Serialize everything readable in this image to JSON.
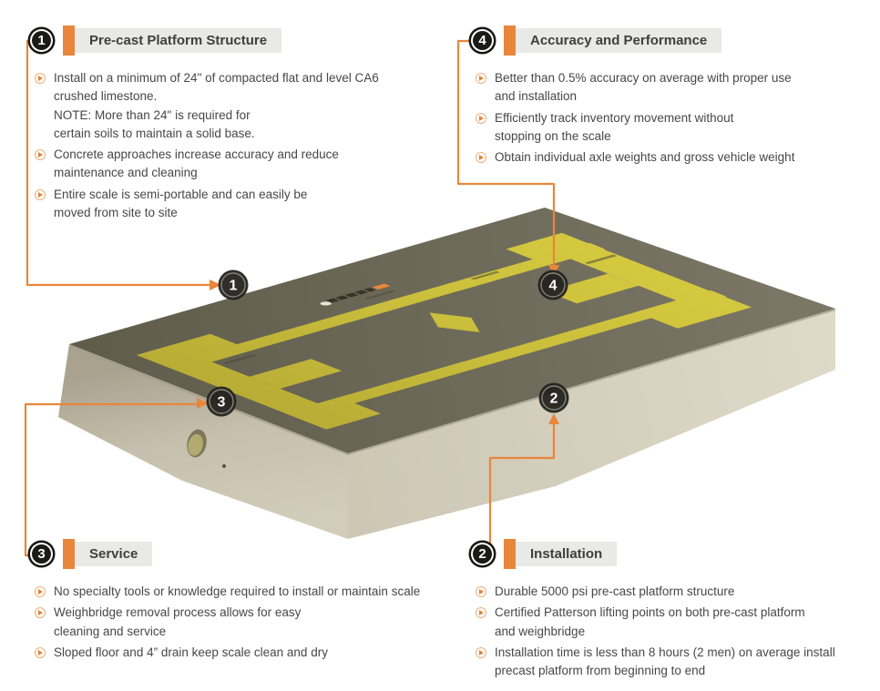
{
  "colors": {
    "accent_orange": "#e8873b",
    "header_box_bg": "#e9e9e7",
    "header_text": "#3f3f3f",
    "body_text": "#474747",
    "badge_black": "#1a1a18",
    "deck_top": "#6e6a5a",
    "side_concrete_light": "#d8d2c0",
    "side_concrete_medium": "#c1baa8",
    "marking_yellow": "#c9bd3b"
  },
  "sections": {
    "s1": {
      "number": "1",
      "title": "Pre-cast Platform Structure",
      "items": [
        "Install on a minimum of 24\" of compacted flat and level CA6\ncrushed limestone.\nNOTE: More than 24\"  is required for\ncertain soils to maintain a solid base.",
        "Concrete approaches increase accuracy and reduce\nmaintenance and cleaning",
        "Entire scale is semi-portable and can easily be\nmoved from site to site"
      ]
    },
    "s4": {
      "number": "4",
      "title": "Accuracy and Performance",
      "items": [
        "Better than 0.5% accuracy on average with proper use\nand installation",
        "Efficiently track inventory movement without\nstopping on the scale",
        "Obtain individual axle weights and gross vehicle weight"
      ]
    },
    "s3": {
      "number": "3",
      "title": "Service",
      "items": [
        "No specialty tools or knowledge required to install or maintain scale",
        "Weighbridge removal process allows for easy\ncleaning and service",
        "Sloped floor and 4” drain keep scale clean and dry"
      ]
    },
    "s2": {
      "number": "2",
      "title": "Installation",
      "items": [
        "Durable 5000 psi pre-cast platform structure",
        "Certified Patterson lifting points on both pre-cast platform\nand weighbridge",
        "Installation time is less than 8 hours (2 men) on average install\nprecast platform from beginning to end"
      ]
    }
  },
  "platform": {
    "markers": {
      "m1": "1",
      "m2": "2",
      "m3": "3",
      "m4": "4"
    }
  }
}
